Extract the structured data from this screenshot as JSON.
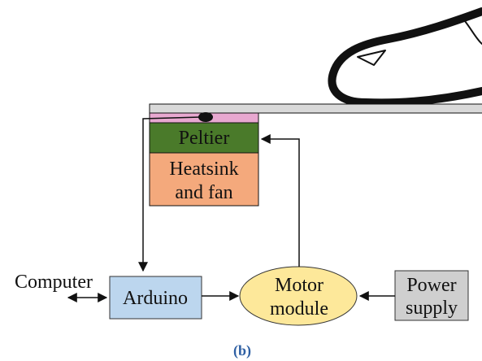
{
  "labels": {
    "peltier": "Peltier",
    "heatsink_line1": "Heatsink",
    "heatsink_line2": "and fan",
    "computer": "Computer",
    "arduino": "Arduino",
    "motor_line1": "Motor",
    "motor_line2": "module",
    "power_line1": "Power",
    "power_line2": "supply",
    "caption": "(b)"
  },
  "colors": {
    "surface_plate": "#d9d9d9",
    "pink_layer": "#e8a8d0",
    "peltier": "#4a7a2a",
    "heatsink": "#f4a97c",
    "arduino": "#bcd6ee",
    "motor": "#fde89a",
    "power": "#cfcfcf",
    "caption": "#2e5fa3"
  }
}
